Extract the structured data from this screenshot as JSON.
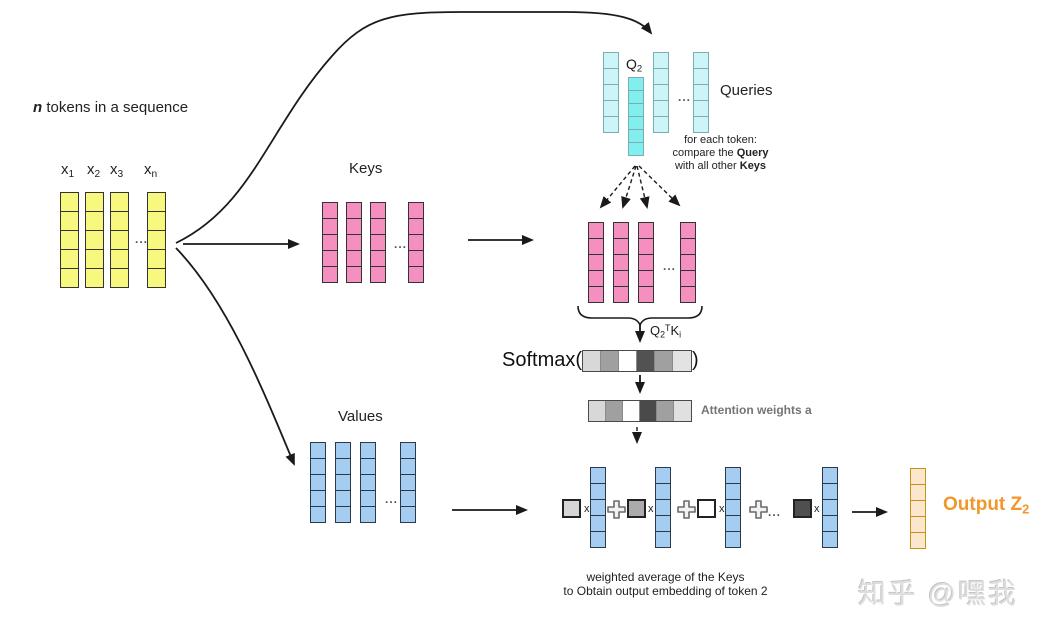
{
  "title": {
    "bold_n": "n",
    "rest": " tokens in a sequence"
  },
  "labels": {
    "keys": "Keys",
    "values": "Values",
    "queries": "Queries",
    "attention": "Attention weights a",
    "softmax_open": "Softmax(",
    "softmax_close": ")",
    "q2": {
      "main": "Q",
      "sub": "2"
    },
    "score": {
      "q": "Q",
      "qsub": "2",
      "sup": "T",
      "k": "K",
      "ksub": "i"
    },
    "output": {
      "main": "Output Z",
      "sub": "2"
    },
    "times": "x",
    "ellipsis": "..."
  },
  "annotation": {
    "line1": "for each token:",
    "line2_pre": "compare the ",
    "line2_bold": "Query",
    "line3_pre": "with all other ",
    "line3_bold": "Keys"
  },
  "caption": {
    "line1": "weighted average of the Keys",
    "line2": "to Obtain output embedding of token 2"
  },
  "watermark": "知乎 @嘿我",
  "token_labels": [
    {
      "m": "x",
      "s": "1"
    },
    {
      "m": "x",
      "s": "2"
    },
    {
      "m": "x",
      "s": "3"
    },
    {
      "m": "x",
      "s": "n"
    }
  ],
  "matrices": {
    "tokens": {
      "fill": "#f8f87e",
      "border": "#333333",
      "items": [
        5,
        5,
        5,
        "dots",
        5
      ]
    },
    "keys": {
      "fill": "#f48fc0",
      "border": "#333333",
      "items": [
        5,
        5,
        5,
        "dots",
        5
      ]
    },
    "keys2": {
      "fill": "#f48fc0",
      "border": "#333333",
      "items": [
        5,
        5,
        5,
        "dots",
        5
      ]
    },
    "values": {
      "fill": "#a5cdf2",
      "border": "#2b3a4a",
      "items": [
        5,
        5,
        5,
        "dots",
        5
      ]
    },
    "queries": {
      "fill": "#cdf4f6",
      "border": "#79aeb4",
      "items": [
        5,
        {
          "cells": 6,
          "cls": "q2",
          "fill": "#82eeee"
        },
        5,
        "dots",
        5
      ]
    },
    "sum_col": {
      "fill": "#a5cdf2",
      "border": "#2b3a4a",
      "items": [
        5
      ]
    },
    "output": {
      "fill": "#fbe7d0",
      "border": "#c3940f",
      "items": [
        5
      ]
    }
  },
  "cell_rows": {
    "softmax": [
      "#d8d8d8",
      "#a0a0a0",
      "#ffffff",
      "#525252",
      "#a0a0a0",
      "#e3e3e3"
    ],
    "attention": [
      "#d8d8d8",
      "#a0a0a0",
      "#ffffff",
      "#4a4a4a",
      "#a0a0a0",
      "#e0e0e0"
    ]
  },
  "weights": [
    "#d6d6d6",
    "#ababab",
    "#ffffff",
    "#4f4f4f"
  ],
  "colors": {
    "output_accent": "#f0982b",
    "arrow": "#1a1a1a"
  }
}
